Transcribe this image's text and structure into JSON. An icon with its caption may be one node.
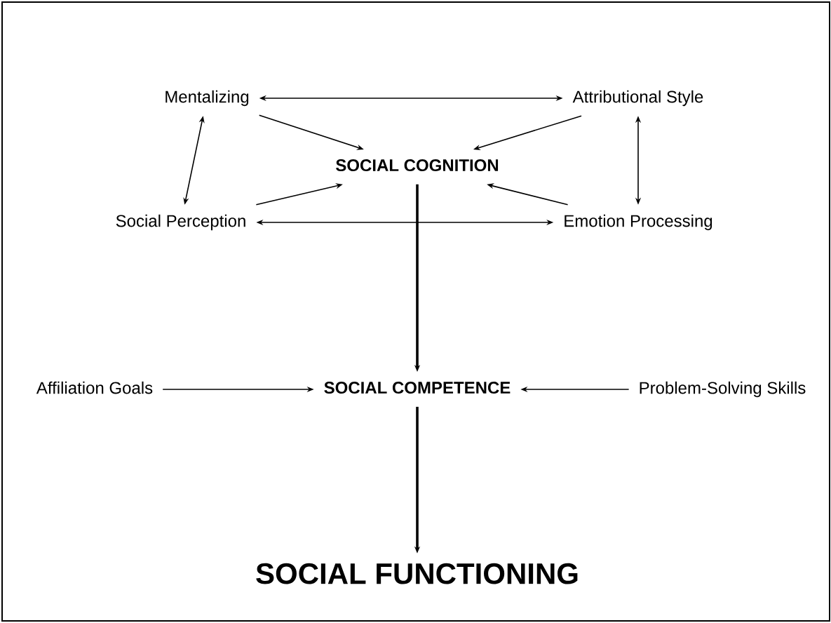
{
  "diagram": {
    "nodes": [
      {
        "text": [
          "Mentalizing"
        ]
      },
      {
        "text": [
          "Attributional Style"
        ]
      },
      {
        "text": [
          "SOCIAL COGNITION"
        ]
      },
      {
        "text": [
          "Social Perception"
        ]
      },
      {
        "text": [
          "Emotion Processing"
        ]
      },
      {
        "text": [
          "Affiliation Goals"
        ]
      },
      {
        "text": [
          "SOCIAL COMPETENCE"
        ]
      },
      {
        "text": [
          "Problem-Solving Skills"
        ]
      },
      {
        "text": [
          "SOCIAL FUNCTIONING"
        ]
      }
    ],
    "edges": [
      {
        "from": 0,
        "to": 1,
        "arrow": "both"
      },
      {
        "from": 0,
        "to": 2,
        "arrow": "to"
      },
      {
        "from": 1,
        "to": 2,
        "arrow": "to"
      },
      {
        "from": 0,
        "to": 3,
        "arrow": "both"
      },
      {
        "from": 1,
        "to": 4,
        "arrow": "both"
      },
      {
        "from": 3,
        "to": 2,
        "arrow": "to"
      },
      {
        "from": 4,
        "to": 2,
        "arrow": "to"
      },
      {
        "from": 3,
        "to": 4,
        "arrow": "both"
      },
      {
        "from": 2,
        "to": 6,
        "arrow": "to",
        "style": "thick"
      },
      {
        "from": 5,
        "to": 6,
        "arrow": "to"
      },
      {
        "from": 7,
        "to": 6,
        "arrow": "to"
      },
      {
        "from": 6,
        "to": 8,
        "arrow": "to",
        "style": "thick"
      }
    ]
  }
}
